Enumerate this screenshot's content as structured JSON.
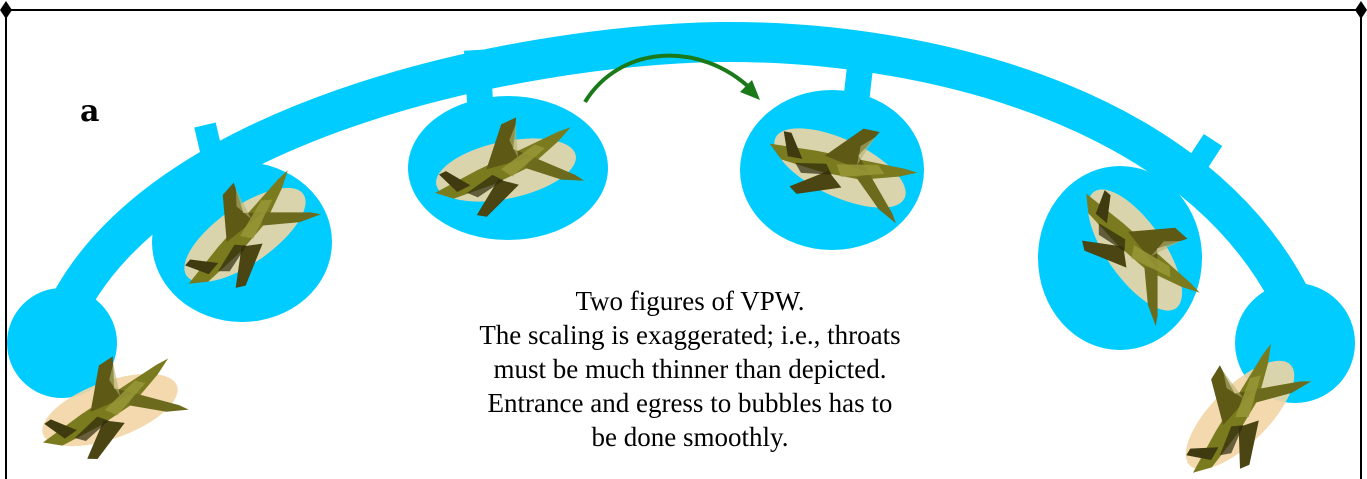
{
  "figure": {
    "panel_label": "a",
    "caption_lines": [
      "Two figures of VPW.",
      "The scaling is exaggerated; i.e., throats",
      "must be much thinner than depicted.",
      "Entrance and egress to bubbles has to",
      "be done smoothly."
    ]
  },
  "colors": {
    "tube": "#00ccff",
    "aircraft_olive": "#7a7a1e",
    "aircraft_dark": "#3f3a10",
    "aircraft_shadow": "#f2d5a4",
    "arrow": "#1a7a1a",
    "frame": "#000000"
  },
  "icons": {
    "aircraft": "fighter-jet-icon",
    "transition_arrow": "curved-arrow-icon",
    "frame_marker": "diamond-icon"
  }
}
